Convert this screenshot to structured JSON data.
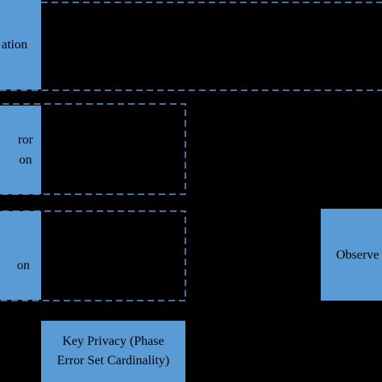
{
  "diagram": {
    "colors": {
      "background": "#000000",
      "box_fill": "#5b9bd5",
      "dashed_stroke": "#5b9bd5",
      "text": "#000000"
    },
    "boxes": {
      "top_left": {
        "text": "ation"
      },
      "mid_left": {
        "line1": "ror",
        "line2": "on"
      },
      "low_left": {
        "line1": "",
        "line2": "on"
      },
      "privacy": {
        "line1": "Key Privacy (Phase",
        "line2": "Error Set Cardinality)"
      },
      "observer": {
        "text": "Observe"
      }
    }
  }
}
